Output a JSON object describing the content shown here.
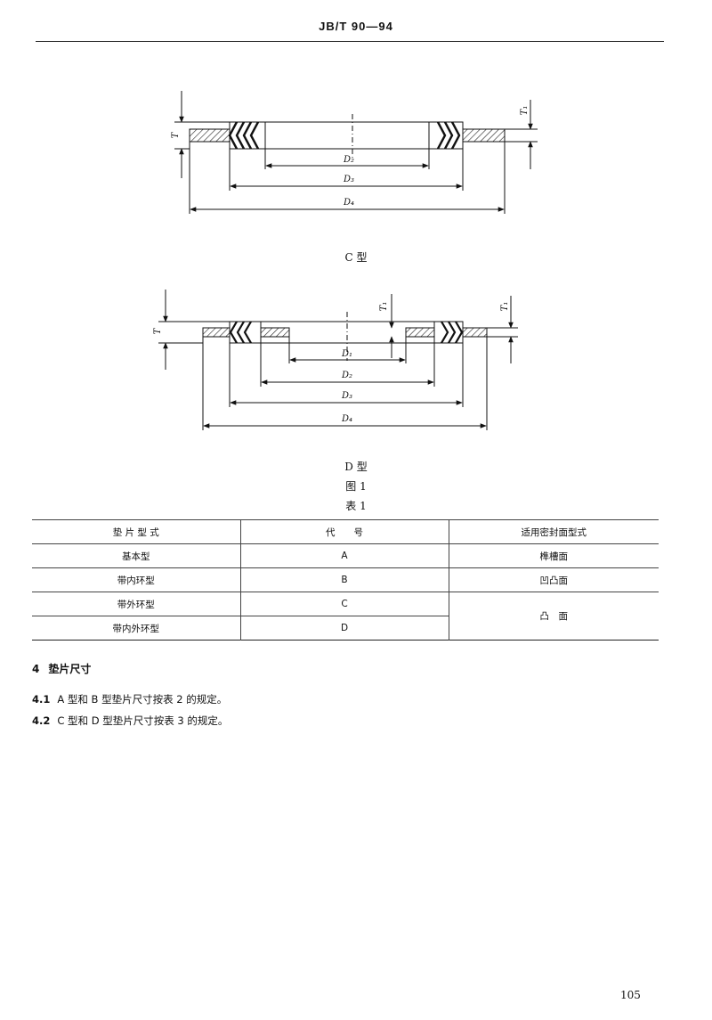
{
  "header": {
    "code": "JB/T 90—94"
  },
  "figures": {
    "c": {
      "caption": "C 型",
      "dims": {
        "T": "T",
        "T1": "T₁",
        "D2": "D₂",
        "D3": "D₃",
        "D4": "D₄"
      }
    },
    "d": {
      "caption": "D 型",
      "dims": {
        "T": "T",
        "T1": "T₁",
        "D1": "D₁",
        "D2": "D₂",
        "D3": "D₃",
        "D4": "D₄"
      }
    },
    "figure_caption": "图 1"
  },
  "table1": {
    "caption": "表 1",
    "headers": [
      "垫 片 型 式",
      "代　　号",
      "适用密封面型式"
    ],
    "rows": [
      {
        "type": "基本型",
        "code": "A",
        "seal": "榫槽面"
      },
      {
        "type": "带内环型",
        "code": "B",
        "seal": "凹凸面"
      },
      {
        "type": "带外环型",
        "code": "C",
        "seal": "凸　面"
      },
      {
        "type": "带内外环型",
        "code": "D"
      }
    ]
  },
  "section4": {
    "num": "4",
    "title": "垫片尺寸",
    "items": [
      {
        "num": "4.1",
        "text": "A 型和 B 型垫片尺寸按表 2 的规定。"
      },
      {
        "num": "4.2",
        "text": "C 型和 D 型垫片尺寸按表 3 的规定。"
      }
    ]
  },
  "page_number": "105"
}
